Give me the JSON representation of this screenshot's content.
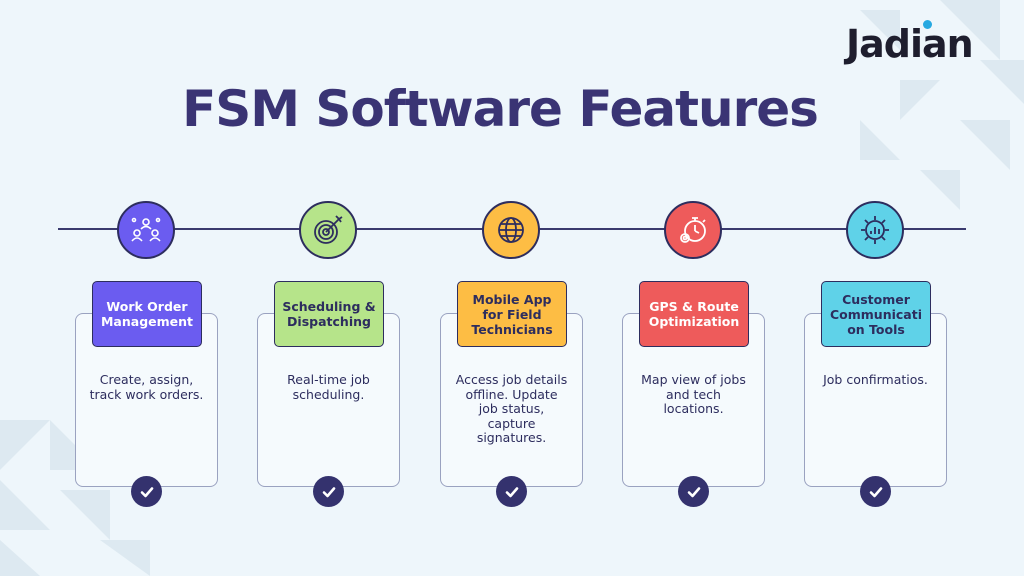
{
  "brand": {
    "logo_text": "Jadian",
    "accent": "#27a9e1"
  },
  "title": "FSM Software Features",
  "colors": {
    "title": "#3a3474",
    "line": "#3a3a6e",
    "check": "#34326e"
  },
  "features": [
    {
      "label": "Work Order Management",
      "description": "Create, assign, track work orders.",
      "color": "#6b5cf0",
      "text_color": "#ffffff",
      "icon": "users-network-icon"
    },
    {
      "label": "Scheduling & Dispatching",
      "description": "Real-time job scheduling.",
      "color": "#b6e48a",
      "text_color": "#2d2d5e",
      "icon": "target-icon"
    },
    {
      "label": "Mobile App for Field Technicians",
      "description": "Access job details offline. Update job status, capture signatures.",
      "color": "#fdbd44",
      "text_color": "#2d2d5e",
      "icon": "globe-icon"
    },
    {
      "label": "GPS & Route Optimization",
      "description": "Map view of jobs and tech locations.",
      "color": "#ee5b5b",
      "text_color": "#ffffff",
      "icon": "stopwatch-gear-icon"
    },
    {
      "label": "Customer Communicati on Tools",
      "description": "Job confirmatios.",
      "color": "#5fd2e8",
      "text_color": "#2d2d5e",
      "icon": "gear-chart-icon"
    }
  ]
}
